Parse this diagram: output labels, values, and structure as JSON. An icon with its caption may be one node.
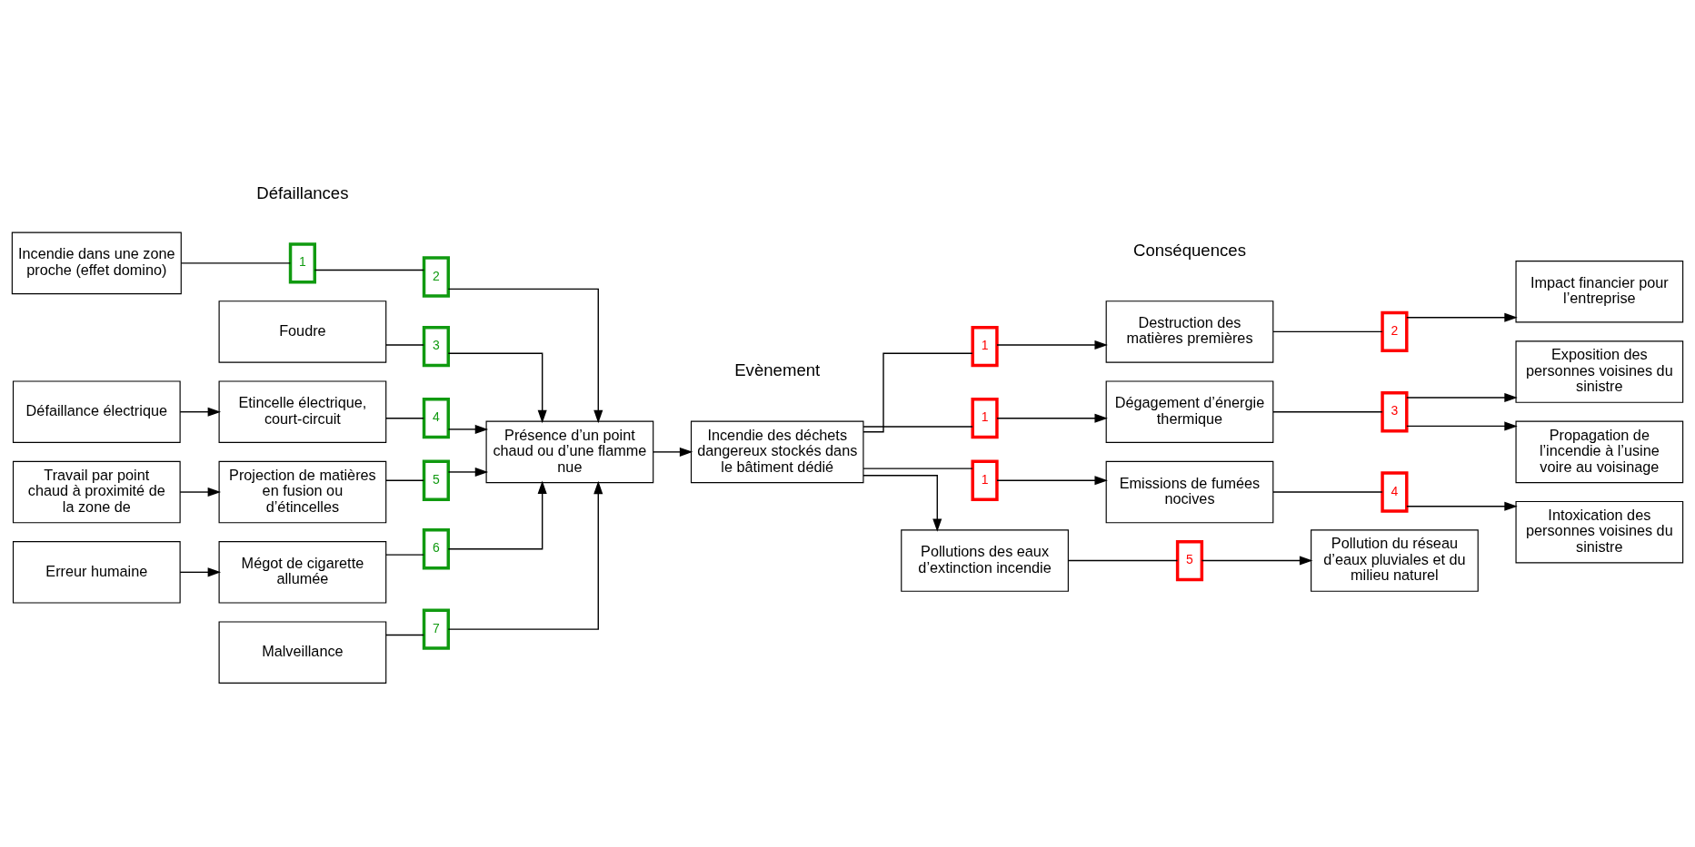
{
  "diagram": {
    "nodes": [
      {
        "text": [
          "Incendie dans une zone proche (effet domino)"
        ]
      },
      {
        "text": [
          "1"
        ]
      },
      {
        "text": [
          "2"
        ]
      },
      {
        "text": [
          "Foudre"
        ]
      },
      {
        "text": [
          "3"
        ]
      },
      {
        "text": [
          "Défaillance électrique"
        ]
      },
      {
        "text": [
          "Etincelle électrique, court-circuit"
        ]
      },
      {
        "text": [
          "4"
        ]
      },
      {
        "text": [
          "Travail par point chaud à proximité de la zone de"
        ]
      },
      {
        "text": [
          "Projection de matières en fusion ou d’étincelles"
        ]
      },
      {
        "text": [
          "5"
        ]
      },
      {
        "text": [
          "Erreur humaine"
        ]
      },
      {
        "text": [
          "Mégot de cigarette allumée"
        ]
      },
      {
        "text": [
          "6"
        ]
      },
      {
        "text": [
          "Malveillance"
        ]
      },
      {
        "text": [
          "7"
        ]
      },
      {
        "text": [
          "Présence d’un point chaud ou d’une flamme nue"
        ]
      },
      {
        "text": [
          "Incendie des déchets dangereux stockés dans le bâtiment dédié"
        ]
      },
      {
        "text": [
          "1"
        ]
      },
      {
        "text": [
          "Destruction des matières premières"
        ]
      },
      {
        "text": [
          "2"
        ]
      },
      {
        "text": [
          "Impact financier pour l’entreprise"
        ]
      },
      {
        "text": [
          "1"
        ]
      },
      {
        "text": [
          "Dégagement d’énergie thermique"
        ]
      },
      {
        "text": [
          "3"
        ]
      },
      {
        "text": [
          "Exposition des personnes voisines du sinistre"
        ]
      },
      {
        "text": [
          "Propagation de l’incendie à l’usine voire au voisinage"
        ]
      },
      {
        "text": [
          "1"
        ]
      },
      {
        "text": [
          "Emissions de fumées nocives"
        ]
      },
      {
        "text": [
          "4"
        ]
      },
      {
        "text": [
          "Intoxication des personnes voisines du sinistre"
        ]
      },
      {
        "text": [
          "Pollutions des eaux d’extinction incendie"
        ]
      },
      {
        "text": [
          "5"
        ]
      },
      {
        "text": [
          "Pollution du réseau d’eaux pluviales et du milieu naturel"
        ]
      }
    ],
    "edges": [
      {
        "from": 0,
        "to": 1,
        "arrow": "none"
      },
      {
        "from": 1,
        "to": 2,
        "arrow": "none"
      },
      {
        "from": 2,
        "to": 16,
        "arrow": "to"
      },
      {
        "from": 3,
        "to": 4,
        "arrow": "none"
      },
      {
        "from": 4,
        "to": 16,
        "arrow": "to"
      },
      {
        "from": 5,
        "to": 6,
        "arrow": "to"
      },
      {
        "from": 6,
        "to": 7,
        "arrow": "none"
      },
      {
        "from": 7,
        "to": 16,
        "arrow": "to"
      },
      {
        "from": 8,
        "to": 9,
        "arrow": "to"
      },
      {
        "from": 9,
        "to": 10,
        "arrow": "none"
      },
      {
        "from": 10,
        "to": 16,
        "arrow": "to"
      },
      {
        "from": 11,
        "to": 12,
        "arrow": "to"
      },
      {
        "from": 12,
        "to": 13,
        "arrow": "none"
      },
      {
        "from": 13,
        "to": 16,
        "arrow": "to"
      },
      {
        "from": 14,
        "to": 15,
        "arrow": "none"
      },
      {
        "from": 15,
        "to": 16,
        "arrow": "to"
      },
      {
        "from": 16,
        "to": 17,
        "arrow": "to"
      },
      {
        "from": 17,
        "to": 18,
        "arrow": "none"
      },
      {
        "from": 18,
        "to": 19,
        "arrow": "to"
      },
      {
        "from": 19,
        "to": 20,
        "arrow": "none"
      },
      {
        "from": 20,
        "to": 21,
        "arrow": "to"
      },
      {
        "from": 17,
        "to": 22,
        "arrow": "none"
      },
      {
        "from": 22,
        "to": 23,
        "arrow": "to"
      },
      {
        "from": 23,
        "to": 24,
        "arrow": "none"
      },
      {
        "from": 24,
        "to": 25,
        "arrow": "to"
      },
      {
        "from": 24,
        "to": 26,
        "arrow": "to"
      },
      {
        "from": 17,
        "to": 27,
        "arrow": "none"
      },
      {
        "from": 27,
        "to": 28,
        "arrow": "to"
      },
      {
        "from": 28,
        "to": 29,
        "arrow": "none"
      },
      {
        "from": 29,
        "to": 30,
        "arrow": "to"
      },
      {
        "from": 17,
        "to": 31,
        "arrow": "to"
      },
      {
        "from": 31,
        "to": 32,
        "arrow": "none"
      },
      {
        "from": 32,
        "to": 33,
        "arrow": "to"
      }
    ],
    "labels": [
      "Défaillances",
      "Evènement",
      "Conséquences"
    ]
  }
}
